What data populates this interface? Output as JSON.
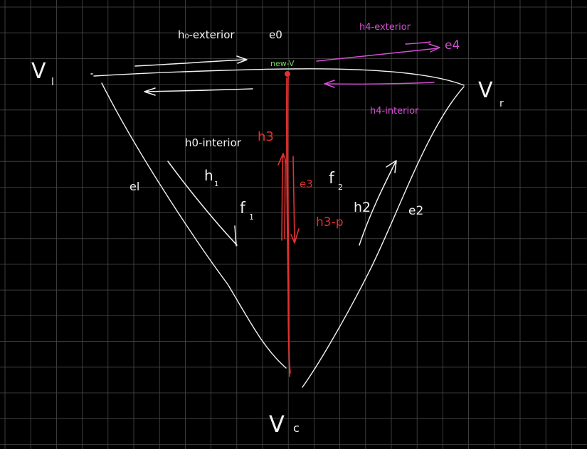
{
  "colors": {
    "background": "#000000",
    "grid": "#4a4a4a",
    "ink_white": "#f2f2f2",
    "ink_red": "#e0322f",
    "ink_magenta": "#d44fd4",
    "ink_green": "#6fdc5a"
  },
  "vertices": {
    "v_left": "V",
    "v_left_sub": "l",
    "v_right": "V",
    "v_right_sub": "r",
    "v_bottom": "V",
    "v_bottom_sub": "c",
    "new_v": "new-V"
  },
  "edges": {
    "e0": "e0",
    "e1": "el",
    "e2": "e2",
    "e3": "e3",
    "e4": "e4"
  },
  "halfedges": {
    "h0_exterior": "h₀-exterior",
    "h0_interior": "h0-interior",
    "h1": "h",
    "h1_sub": "1",
    "h2": "h2",
    "h3": "h3",
    "h3_p": "h3-p",
    "h4_exterior": "h4-exterior",
    "h4_interior": "h4-interior"
  },
  "faces": {
    "f1": "f",
    "f1_sub": "1",
    "f2": "f",
    "f2_sub": "2"
  }
}
